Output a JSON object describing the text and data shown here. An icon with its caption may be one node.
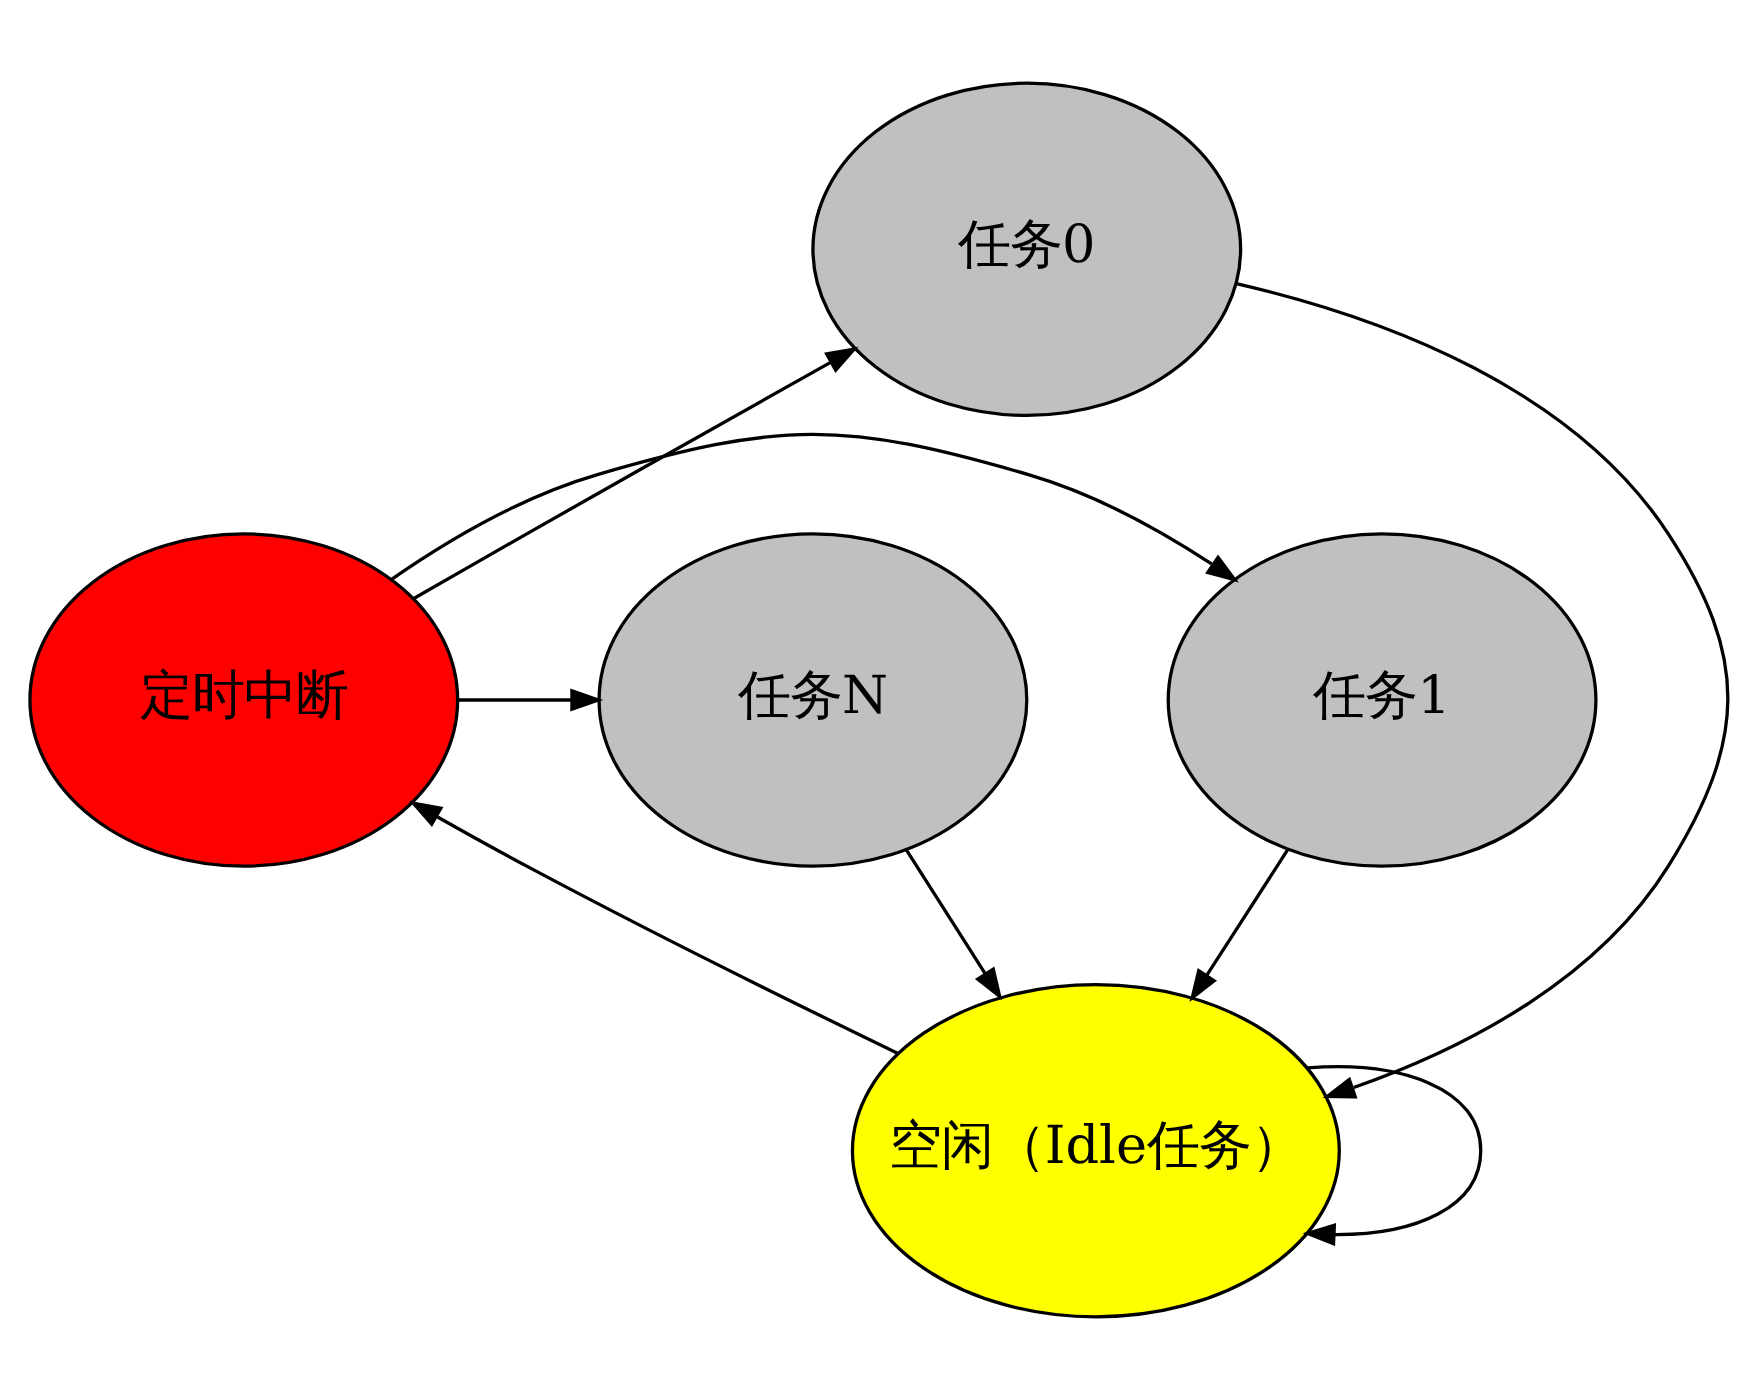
{
  "diagram": {
    "nodes": [
      {
        "text": [
          "任务0"
        ]
      },
      {
        "text": [
          "任务1"
        ]
      },
      {
        "text": [
          "定时中断"
        ]
      },
      {
        "text": [
          "任务N"
        ]
      },
      {
        "text": [
          "空闲（Idle任务）"
        ]
      }
    ],
    "edges": [
      {
        "from": 2,
        "to": 0,
        "arrow": "to"
      },
      {
        "from": 2,
        "to": 1,
        "arrow": "to"
      },
      {
        "from": 2,
        "to": 3,
        "arrow": "to"
      },
      {
        "from": 4,
        "to": 2,
        "arrow": "to"
      },
      {
        "from": 0,
        "to": 4,
        "arrow": "to"
      },
      {
        "from": 1,
        "to": 4,
        "arrow": "to"
      },
      {
        "from": 3,
        "to": 4,
        "arrow": "to"
      },
      {
        "from": 4,
        "to": 4,
        "arrow": "to"
      }
    ]
  }
}
